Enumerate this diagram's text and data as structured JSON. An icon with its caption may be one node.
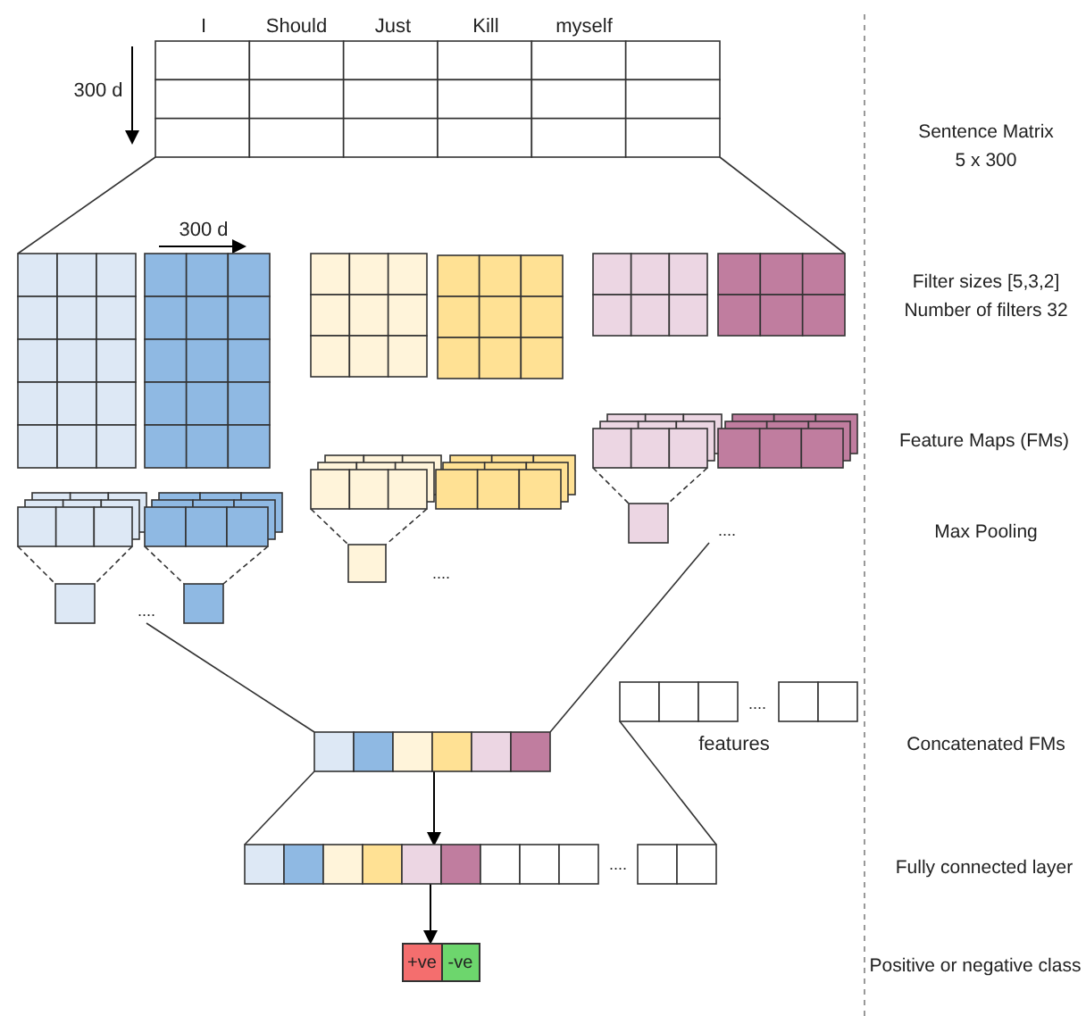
{
  "diagram": {
    "nodes": [
      {
        "text": [],
        "shape": "grid",
        "beside": [
          "I",
          "Should",
          "Just",
          "Kill",
          "myself"
        ]
      },
      {
        "text": [],
        "shape": "grid"
      },
      {
        "text": [],
        "shape": "grid"
      },
      {
        "text": [],
        "shape": "grid"
      },
      {
        "text": [],
        "shape": "grid"
      },
      {
        "text": [],
        "shape": "grid"
      },
      {
        "text": [],
        "shape": "grid"
      },
      {
        "text": [],
        "shape": "stack"
      },
      {
        "text": [],
        "shape": "stack"
      },
      {
        "text": [],
        "shape": "stack"
      },
      {
        "text": [],
        "shape": "stack"
      },
      {
        "text": [],
        "shape": "stack"
      },
      {
        "text": [],
        "shape": "stack"
      },
      {
        "text": [],
        "shape": "box"
      },
      {
        "text": [],
        "shape": "box"
      },
      {
        "text": [],
        "shape": "box"
      },
      {
        "text": [],
        "shape": "box"
      },
      {
        "text": [],
        "shape": "bar"
      },
      {
        "text": [],
        "shape": "bar",
        "beside": [
          "features"
        ]
      },
      {
        "text": [],
        "shape": "bar"
      },
      {
        "text": [
          "+ve",
          "-ve"
        ]
      },
      {
        "text": [
          "...."
        ]
      },
      {
        "text": [
          "...."
        ]
      }
    ],
    "edges": [
      {
        "from": 0,
        "to": 1,
        "arrow": "none"
      },
      {
        "from": 0,
        "to": 6,
        "arrow": "none"
      },
      {
        "from": 7,
        "to": 13,
        "arrow": "none",
        "style": "dashed"
      },
      {
        "from": 7,
        "to": 13,
        "arrow": "none",
        "style": "dashed"
      },
      {
        "from": 8,
        "to": 14,
        "arrow": "none",
        "style": "dashed"
      },
      {
        "from": 8,
        "to": 14,
        "arrow": "none",
        "style": "dashed"
      },
      {
        "from": 9,
        "to": 15,
        "arrow": "none",
        "style": "dashed"
      },
      {
        "from": 9,
        "to": 15,
        "arrow": "none",
        "style": "dashed"
      },
      {
        "from": 11,
        "to": 16,
        "arrow": "none",
        "style": "dashed"
      },
      {
        "from": 11,
        "to": 16,
        "arrow": "none",
        "style": "dashed"
      },
      {
        "from": 22,
        "to": 17,
        "arrow": "none"
      },
      {
        "from": 21,
        "to": 17,
        "arrow": "none"
      },
      {
        "from": 17,
        "to": 19,
        "arrow": "none"
      },
      {
        "from": 18,
        "to": 19,
        "arrow": "none"
      },
      {
        "from": 17,
        "to": 19,
        "arrow": "to"
      },
      {
        "from": 19,
        "to": 20,
        "arrow": "to"
      }
    ],
    "labels": [
      "300 d",
      "Sentence Matrix 5 x 300",
      "300 d",
      "Filter sizes [5,3,2] Number of filters 32",
      "Feature Maps (FMs)",
      "Max Pooling",
      "....",
      "....",
      "Concatenated FMs",
      "....",
      "Fully connected layer",
      "Positive or negative class"
    ]
  }
}
